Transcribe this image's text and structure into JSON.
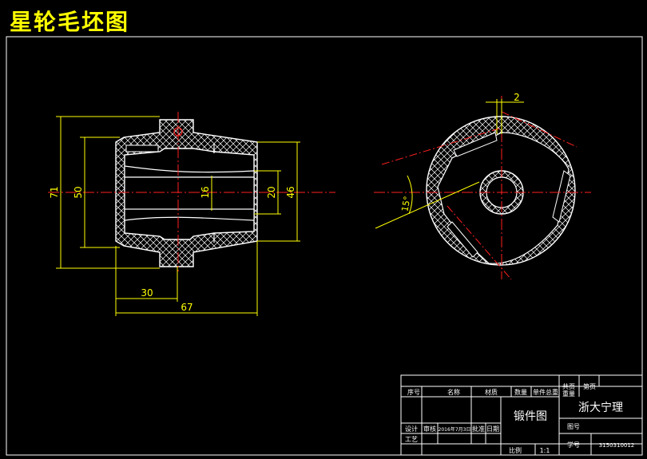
{
  "title": "星轮毛坯图",
  "front_view": {
    "dims": {
      "d71": "71",
      "d50": "50",
      "d16": "16",
      "d20": "20",
      "d46": "46",
      "d30": "30",
      "d67": "67"
    }
  },
  "side_view": {
    "dims": {
      "d2": "2",
      "d15": "15°"
    }
  },
  "title_block": {
    "c1": "序号",
    "c2": "名称",
    "c3": "材质",
    "c4": "数量",
    "c5": "单件总重",
    "c6": "共页",
    "c7": "第页",
    "c8": "重量",
    "drawing_name": "锻件图",
    "company": "浙大宁理",
    "r_designer": "设计",
    "r_check": "审核",
    "r_date": "2016年7月3日",
    "r_approve": "批准",
    "r_date2": "日期",
    "r_proc": "工艺",
    "scale_label": "比例",
    "scale_value": "1:1",
    "no_label": "图号",
    "id_label": "学号",
    "id_value": "3150310012"
  },
  "colors": {
    "outline": "#ffffff",
    "hatch": "#ffffff",
    "dimension": "#ffff00",
    "centerline": "#ff2020",
    "background": "#000000"
  }
}
